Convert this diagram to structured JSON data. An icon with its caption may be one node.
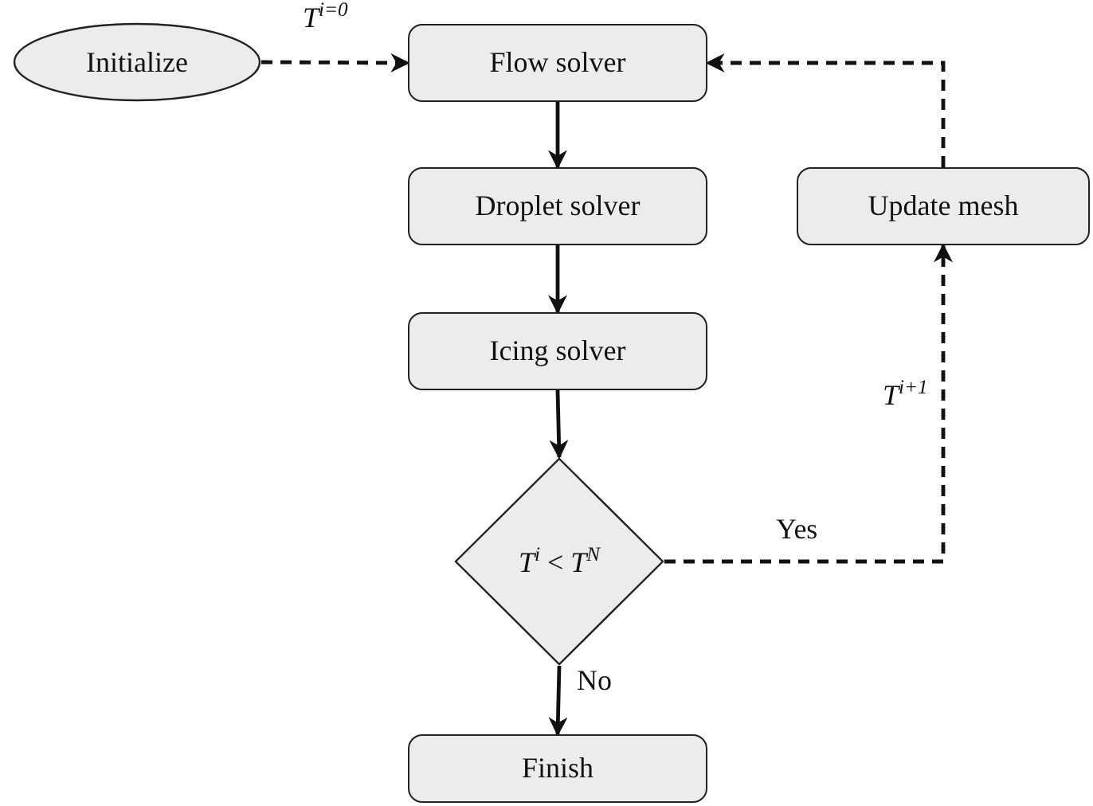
{
  "diagram": {
    "nodes": [
      {
        "text": [
          "Initialize"
        ]
      },
      {
        "text": [
          "Flow solver"
        ]
      },
      {
        "text": [
          "Droplet solver"
        ]
      },
      {
        "text": [
          "Icing solver"
        ]
      },
      {
        "text": [
          "*T*$^{i}$ < *T*$^{N}$"
        ]
      },
      {
        "text": [
          "Update mesh"
        ]
      },
      {
        "text": [
          "Finish"
        ]
      }
    ],
    "edges": [
      {
        "from": 0,
        "to": 1,
        "arrow": "to",
        "style": "dashed",
        "label": "*T*$^{i=0}$"
      },
      {
        "from": 1,
        "to": 2,
        "arrow": "to"
      },
      {
        "from": 2,
        "to": 3,
        "arrow": "to"
      },
      {
        "from": 3,
        "to": 4,
        "arrow": "to"
      },
      {
        "from": 4,
        "to": 5,
        "arrow": "to",
        "style": "dashed",
        "label": "Yes"
      },
      {
        "from": 5,
        "to": 1,
        "arrow": "to",
        "style": "dashed"
      },
      {
        "from": 4,
        "to": 6,
        "arrow": "to",
        "label": "No"
      }
    ],
    "labels": [
      "*T*$^{i+1}$"
    ]
  }
}
